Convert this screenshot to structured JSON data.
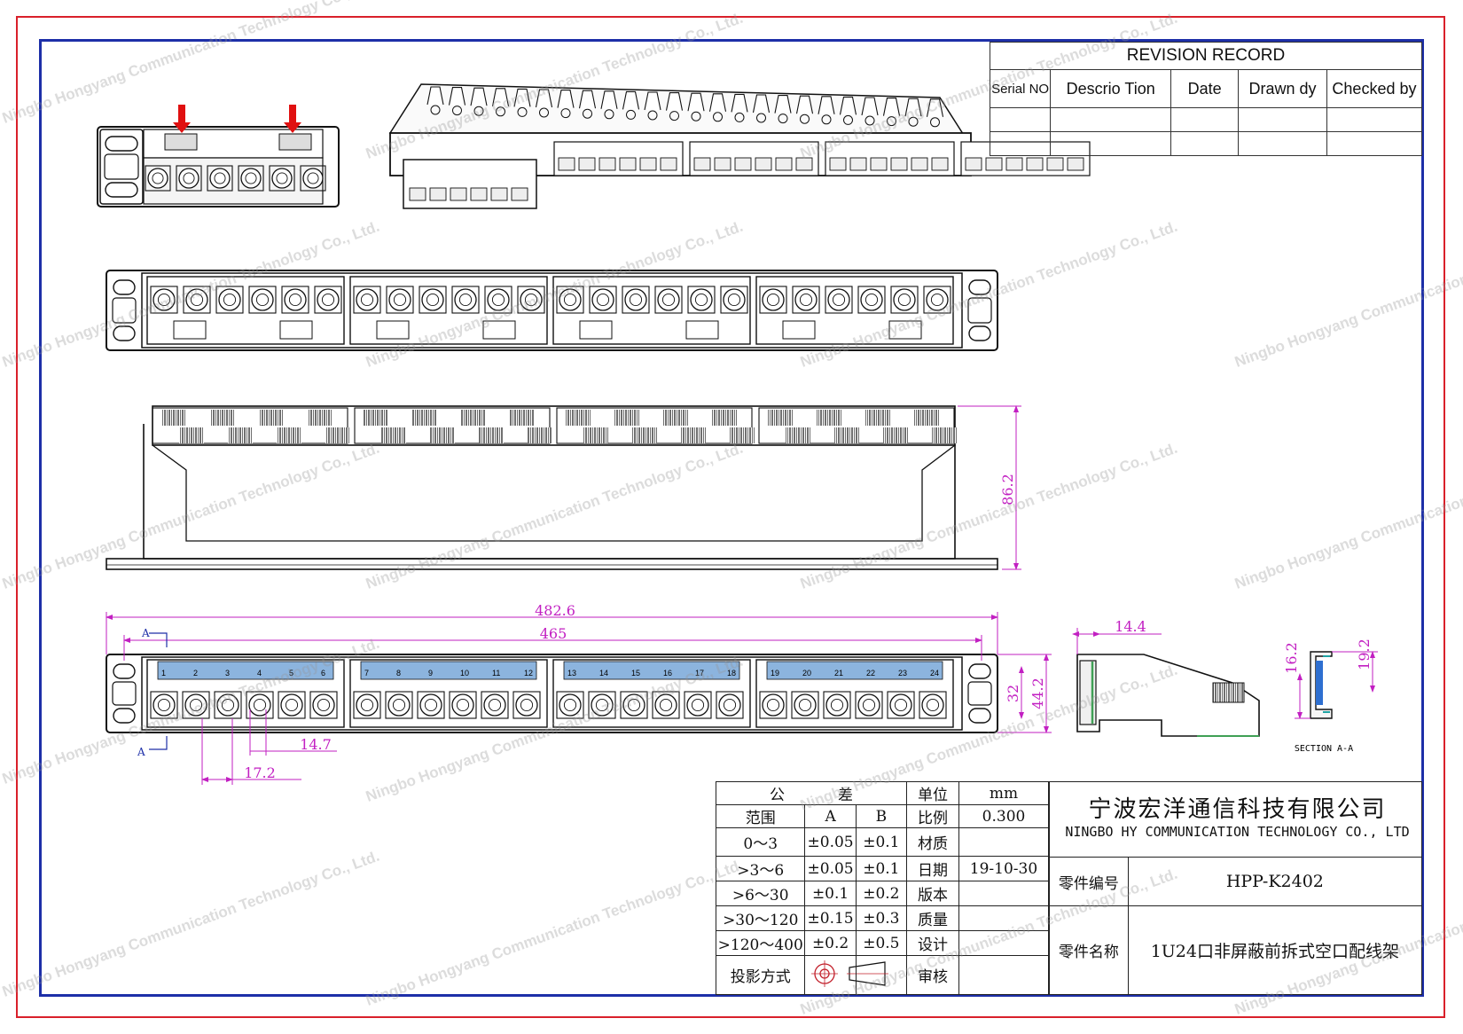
{
  "revision": {
    "title": "REVISION RECORD",
    "headers": [
      "Serial NO",
      "Descrio Tion",
      "Date",
      "Drawn dy",
      "Checked by"
    ]
  },
  "dimensions": {
    "overall_width": "482.6",
    "inner_width": "465",
    "height_main": "44.2",
    "height_inner": "32",
    "depth": "86.2",
    "port_pitch": "17.2",
    "port_width": "14.7",
    "side_depth": "14.4",
    "section_h1": "16.2",
    "section_h2": "19.2",
    "section_label": "SECTION A-A",
    "section_marker": "A"
  },
  "port_numbers": [
    "1",
    "2",
    "3",
    "4",
    "5",
    "6",
    "7",
    "8",
    "9",
    "10",
    "11",
    "12",
    "13",
    "14",
    "15",
    "16",
    "17",
    "18",
    "19",
    "20",
    "21",
    "22",
    "23",
    "24"
  ],
  "title_block": {
    "tol_head_1": "公",
    "tol_head_2": "差",
    "range_label": "范围",
    "col_a": "A",
    "col_b": "B",
    "unit_label": "单位",
    "unit_value": "mm",
    "scale_label": "比例",
    "scale_value": "0.300",
    "rows": [
      {
        "range": "0～3",
        "a": "±0.05",
        "b": "±0.1",
        "label": "材质",
        "value": ""
      },
      {
        "range": ">3～6",
        "a": "±0.05",
        "b": "±0.1",
        "label": "日期",
        "value": "19-10-30"
      },
      {
        "range": ">6～30",
        "a": "±0.1",
        "b": "±0.2",
        "label": "版本",
        "value": ""
      },
      {
        "range": ">30～120",
        "a": "±0.15",
        "b": "±0.3",
        "label": "质量",
        "value": ""
      },
      {
        "range": ">120～400",
        "a": "±0.2",
        "b": "±0.5",
        "label": "设计",
        "value": ""
      }
    ],
    "projection_label": "投影方式",
    "review_label": "审核",
    "company_cn": "宁波宏洋通信科技有限公司",
    "company_en": "NINGBO HY COMMUNICATION TECHNOLOGY CO., LTD",
    "part_no_label": "零件编号",
    "part_no": "HPP-K2402",
    "part_name_label": "零件名称",
    "part_name": "1U24口非屏蔽前拆式空口配线架"
  },
  "watermark": "Ningbo Hongyang Communication Technology Co., Ltd.",
  "colors": {
    "frame_red": "#d9202a",
    "frame_blue": "#1d2fa8",
    "dimension_magenta": "#c21fc2",
    "port_label_blue": "#8cb4de",
    "arrow_red": "#e01010"
  }
}
